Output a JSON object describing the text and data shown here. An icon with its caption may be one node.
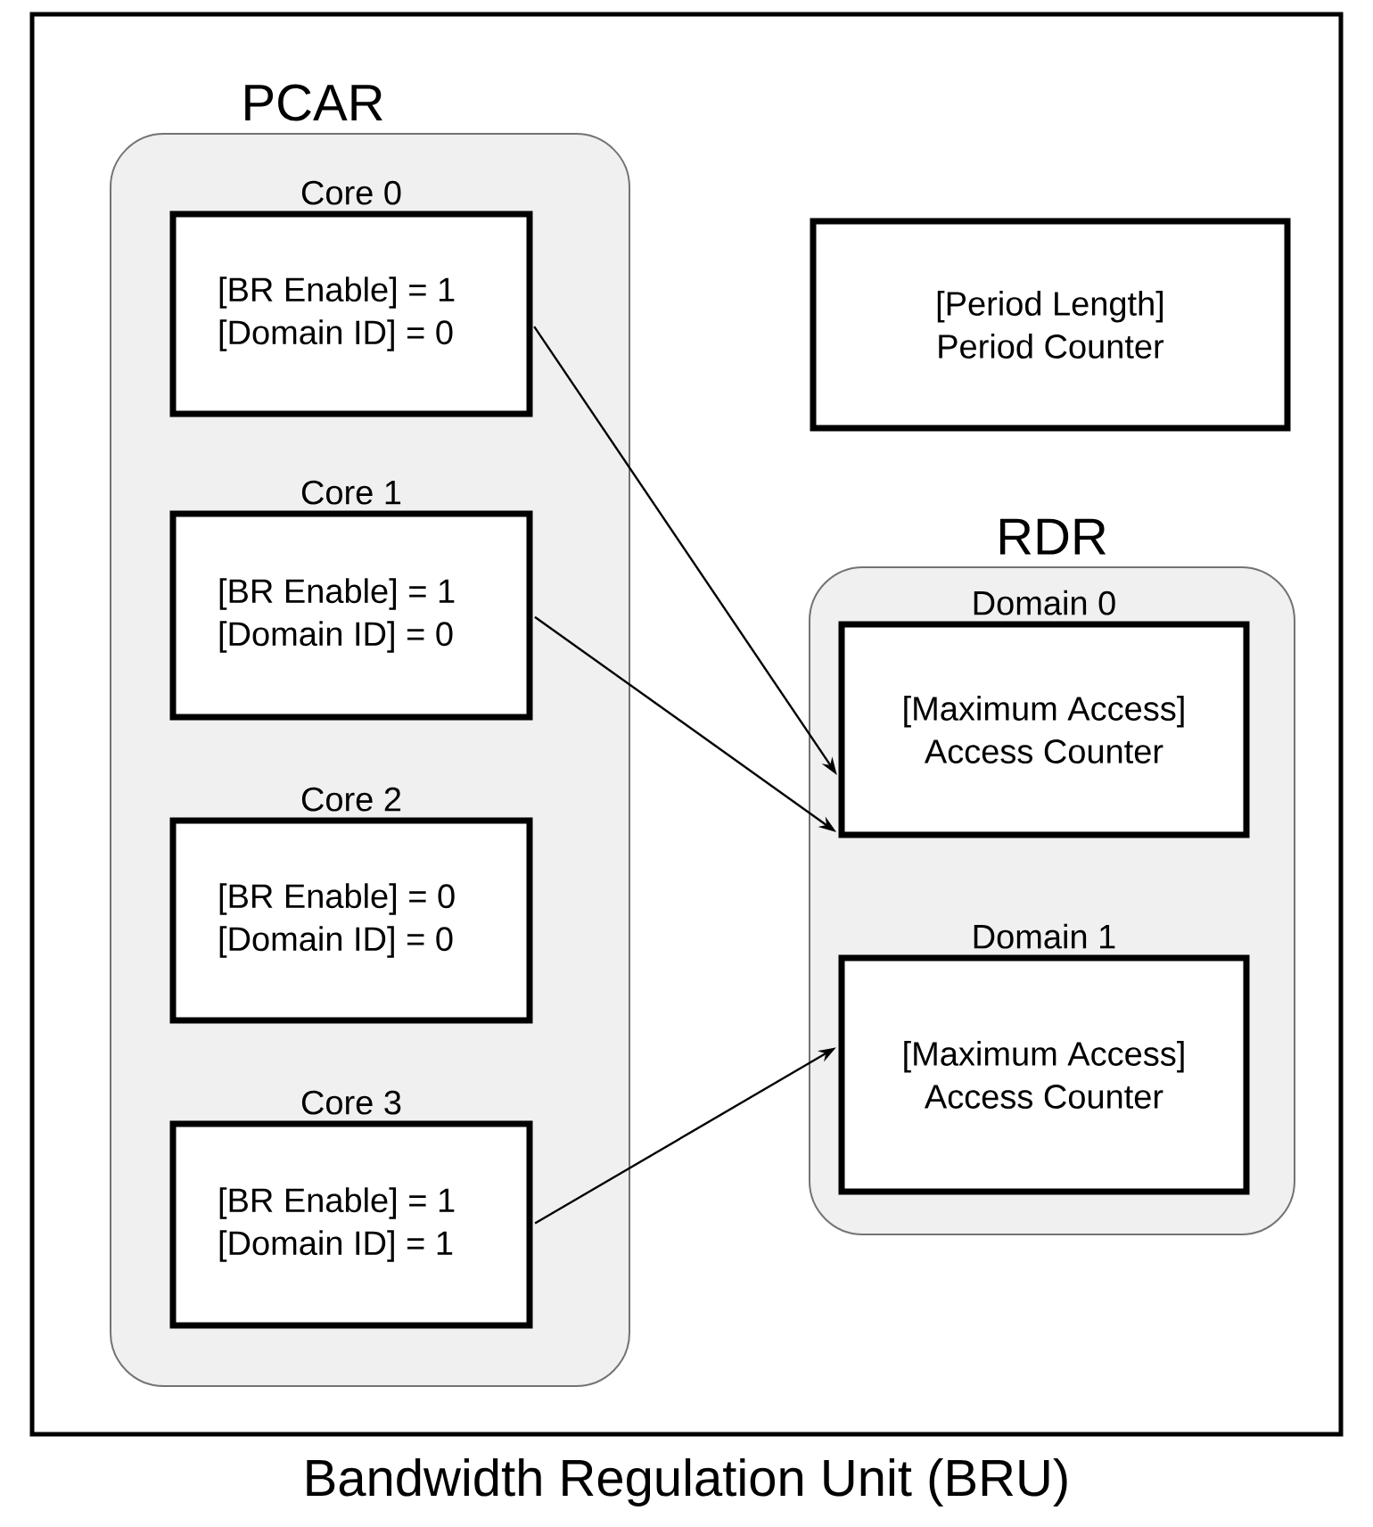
{
  "diagram": {
    "nodes": [
      {
        "text": [
          "Bandwidth Regulation Unit (BRU)"
        ]
      },
      {
        "text": [
          "PCAR"
        ],
        "in": 0
      },
      {
        "text": [
          "Core 0",
          "[BR Enable] = 1 [Domain ID] = 0"
        ],
        "in": 1
      },
      {
        "text": [
          "Core 1",
          "[BR Enable] = 1 [Domain ID] = 0"
        ],
        "in": 1
      },
      {
        "text": [
          "Core 2",
          "[BR Enable] = 0 [Domain ID] = 0"
        ],
        "in": 1
      },
      {
        "text": [
          "Core 3",
          "[BR Enable] = 1 [Domain ID] = 1"
        ],
        "in": 1
      },
      {
        "text": [
          "[Period Length] Period Counter"
        ],
        "in": 0
      },
      {
        "text": [
          "RDR"
        ],
        "in": 0
      },
      {
        "text": [
          "Domain 0",
          "[Maximum Access] Access Counter"
        ],
        "in": 7
      },
      {
        "text": [
          "Domain 1",
          "[Maximum Access] Access Counter"
        ],
        "in": 7
      }
    ],
    "edges": [
      {
        "from": 2,
        "to": 8,
        "arrow": "to"
      },
      {
        "from": 3,
        "to": 8,
        "arrow": "to"
      },
      {
        "from": 5,
        "to": 9,
        "arrow": "to"
      }
    ]
  }
}
